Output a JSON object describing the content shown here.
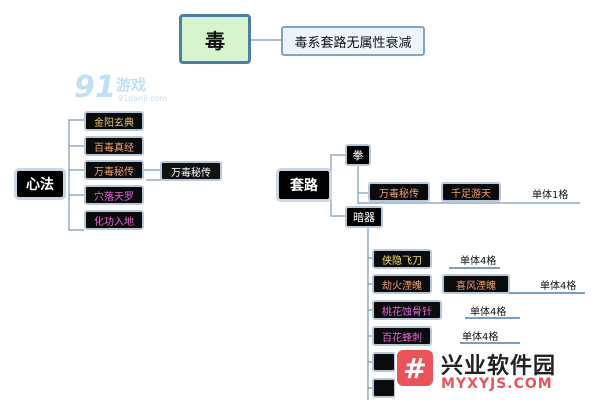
{
  "root": {
    "label": "毒"
  },
  "root_note": {
    "label": "毒系套路无属性衰减"
  },
  "logo": {
    "big": "91",
    "cn": "游戏",
    "url": "91danji.com"
  },
  "xinfa": {
    "label": "心法",
    "items": [
      {
        "label": "金阳玄典"
      },
      {
        "label": "百毒真经"
      },
      {
        "label": "万毒秘传"
      },
      {
        "label": "穴落天罗"
      },
      {
        "label": "化功入地"
      }
    ],
    "extra": {
      "label": "万毒秘传"
    }
  },
  "taolu": {
    "label": "套路",
    "quan": {
      "label": "拳",
      "items": [
        {
          "label": "万毒秘传"
        },
        {
          "label": "千足游天"
        }
      ],
      "note": {
        "label": "单体1格"
      }
    },
    "anqi": {
      "label": "暗器",
      "items": [
        {
          "label": "侠隐飞刀",
          "note": "单体4格"
        },
        {
          "label": "劫火湮魄"
        },
        {
          "label": "桃花蚀骨针",
          "note": "单体4格"
        },
        {
          "label": "百花蜂刺",
          "note": "单体4格"
        }
      ],
      "extra": {
        "label": "喜风湮魄",
        "note": "单体4格"
      }
    }
  },
  "watermark": {
    "icon": "#",
    "cn": "兴业软件园",
    "en": "MYXYJS.COM"
  }
}
